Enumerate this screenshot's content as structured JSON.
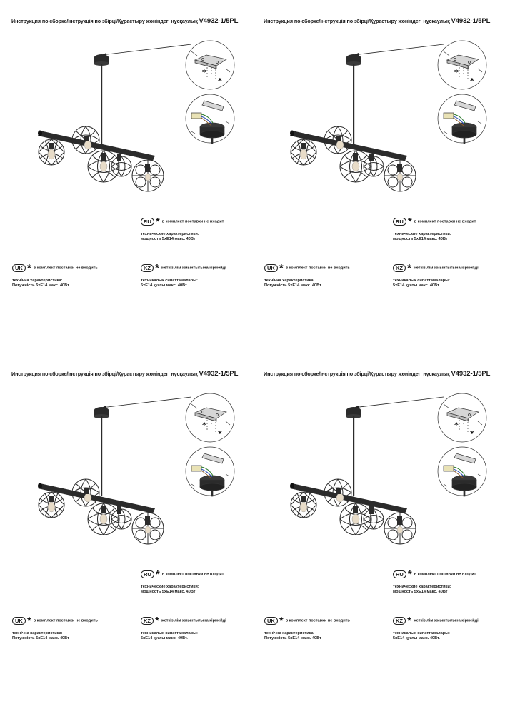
{
  "header": {
    "title": "Инструкция по сборке/Інструкція по збірці/Құрастыру жөніндегі нұсқаулық",
    "model": "V4932-1/5PL"
  },
  "notes": {
    "ru": {
      "badge": "RU",
      "note": "в комплект поставки не входит",
      "spec_title": "технические характеристики:",
      "spec_value": "мощность 5xE14 макс. 40Вт"
    },
    "uk": {
      "badge": "UK",
      "note": "в комплект поставки не входить",
      "spec_title": "технічна характеристика:",
      "spec_value": "Потужність 5xE14 макс. 40Вт"
    },
    "kz": {
      "badge": "KZ",
      "note": "жеткізілім жиынтығына кірмейді",
      "spec_title": "техникалық сипаттамалары:",
      "spec_value": "5xE14 қуаты макс. 40Вт."
    }
  },
  "icons": {
    "excluded_marker": "asterisk-icon"
  },
  "colors": {
    "metal": "#2b2b2b",
    "bulb": "#e8dcc8",
    "text": "#1a1a1a"
  }
}
